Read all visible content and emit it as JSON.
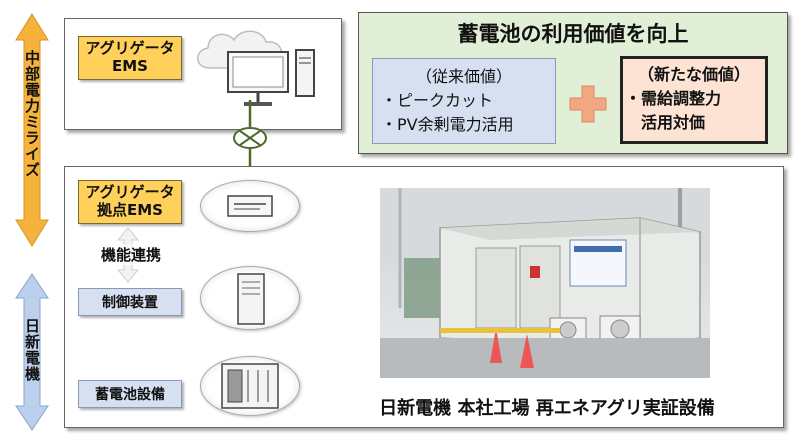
{
  "left_axis": {
    "chubu_label": "中部電力ミライズ",
    "nissin_label": "日新電機"
  },
  "top_panel": {
    "aggregator_ems": [
      "アグリゲータ",
      "EMS"
    ]
  },
  "value_box": {
    "title": "蓄電池の利用価値を向上",
    "conventional": {
      "heading": "（従来価値）",
      "items": [
        "・ピークカット",
        "・PV余剰電力活用"
      ]
    },
    "new": {
      "heading": "（新たな価値）",
      "items": [
        "・需給調整力",
        "　活用対価"
      ]
    }
  },
  "bottom_panel": {
    "base_ems": [
      "アグリゲータ",
      "拠点EMS"
    ],
    "link_label": "機能連携",
    "control_unit": "制御装置",
    "battery": "蓄電池設備",
    "caption": "日新電機 本社工場 再エネアグリ実証設備"
  },
  "colors": {
    "orange_tag": "#ffd05a",
    "blue_tag": "#d7e0f1",
    "value_green": "#e2efd7",
    "new_value_pink": "#fde3d3",
    "plus": "#f2a883"
  }
}
